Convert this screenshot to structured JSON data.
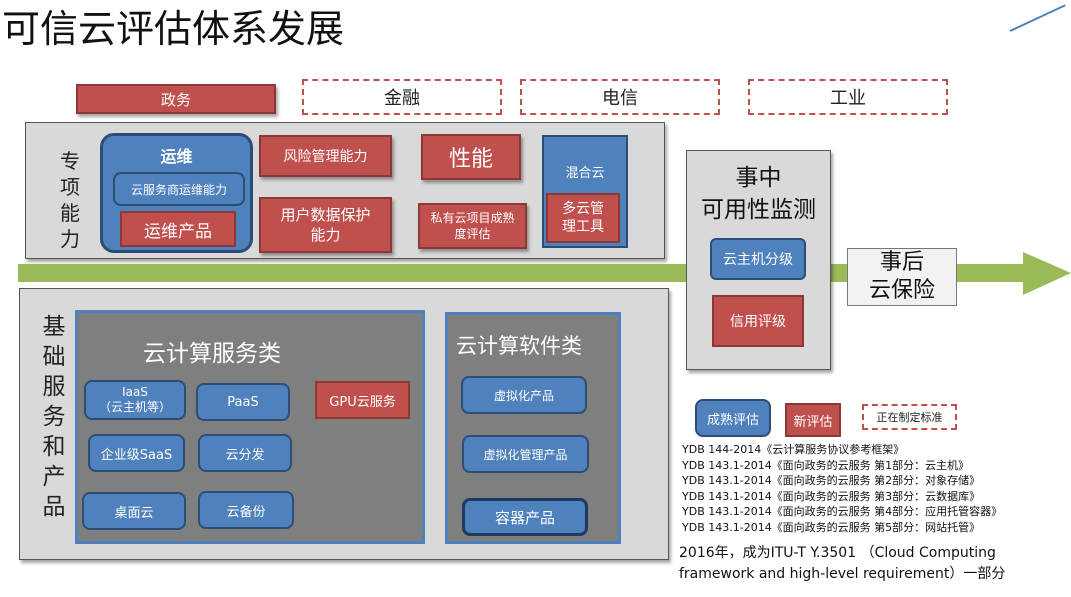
{
  "title": "可信云评估体系发展",
  "sectors": {
    "gov": "政务",
    "finance": "金融",
    "telecom": "电信",
    "industry": "工业"
  },
  "special": {
    "label_chars": [
      "专",
      "项",
      "能",
      "力"
    ],
    "ops": {
      "title": "运维",
      "sub": "云服务商运维能力",
      "product": "运维产品"
    },
    "risk": "风险管理能力",
    "user_data_l1": "用户数据保护",
    "user_data_l2": "能力",
    "performance": "性能",
    "hybrid": "混合云",
    "private_l1": "私有云项目成熟",
    "private_l2": "度评估",
    "multi_l1": "多云管",
    "multi_l2": "理工具"
  },
  "during": {
    "title_l1": "事中",
    "title_l2": "可用性监测",
    "host_grade": "云主机分级",
    "credit_grade": "信用评级"
  },
  "after": {
    "l1": "事后",
    "l2": "云保险"
  },
  "base": {
    "label_chars": [
      "基",
      "础",
      "服",
      "务",
      "和",
      "产",
      "品"
    ],
    "service_title": "云计算服务类",
    "software_title": "云计算软件类",
    "iaas_l1": "IaaS",
    "iaas_l2": "（云主机等）",
    "paas": "PaaS",
    "gpu": "GPU云服务",
    "saas": "企业级SaaS",
    "cdn": "云分发",
    "desktop": "桌面云",
    "backup": "云备份",
    "virt": "虚拟化产品",
    "virt_mgmt": "虚拟化管理产品",
    "container": "容器产品"
  },
  "legend": {
    "mature": "成熟评估",
    "new": "新评估",
    "drafting": "正在制定标准"
  },
  "standards": [
    "YDB 144-2014《云计算服务协议参考框架》",
    "YDB 143.1-2014《面向政务的云服务 第1部分：云主机》",
    "YDB 143.1-2014《面向政务的云服务 第2部分：对象存储》",
    "YDB 143.1-2014《面向政务的云服务 第3部分：云数据库》",
    "YDB 143.1-2014《面向政务的云服务 第4部分：应用托管容器》",
    "YDB 143.1-2014《面向政务的云服务 第5部分：网站托管》"
  ],
  "itu_note_l1": "2016年，成为ITU-T Y.3501 （Cloud Computing",
  "itu_note_l2": "framework and high-level requirement）一部分",
  "colors": {
    "red": "#c0504d",
    "blue": "#4f81bd",
    "arrow": "#9bbb59",
    "panel_grey": "#d9d9d9",
    "panel_dark": "#7f7f7f"
  }
}
